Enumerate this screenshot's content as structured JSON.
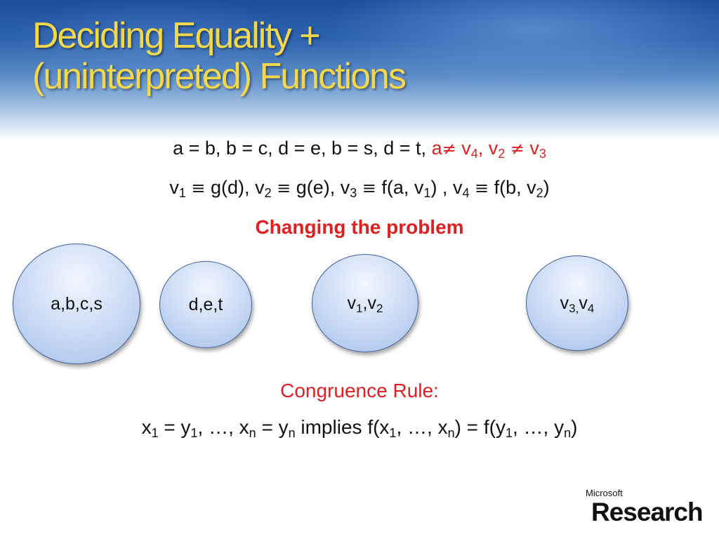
{
  "slide": {
    "title_line1": "Deciding Equality +",
    "title_line2": "(uninterpreted) Functions",
    "equations": {
      "line1_black": "a = b, b = c, d = e, b = s, d = t,",
      "line1_red": {
        "a": "a",
        "neq": "≠",
        "v": "v",
        "sub4": "4",
        "comma": ",",
        "sub2": "2",
        "sub3": "3"
      },
      "line2": {
        "v": "v",
        "equiv": "≡",
        "sub1": "1",
        "sub2": "2",
        "sub3": "3",
        "sub4": "4",
        "g_d": "g(d), ",
        "g_e": "g(e), ",
        "f_a": "f(a, ",
        "f_a_close": ") , ",
        "f_b": "f(b, ",
        "close": ")"
      }
    },
    "changing_label": "Changing the problem",
    "classes": {
      "class1": "a,b,c,s",
      "class2": "d,e,t",
      "class3": {
        "v": "v",
        "sub1": "1",
        "sep": ",",
        "sub2": "2"
      },
      "class4": {
        "v": "v",
        "sub3": "3,",
        "sub4": "4"
      }
    },
    "congruence_label": "Congruence Rule:",
    "rule": {
      "x": "x",
      "y": "y",
      "sub1": "1",
      "subn": "n",
      "eq": " = ",
      "ellipsis": ", …, ",
      "implies": " implies ",
      "f_open": "f(",
      "close": ")"
    },
    "logo": {
      "microsoft": "Microsoft",
      "research": "Research"
    }
  }
}
